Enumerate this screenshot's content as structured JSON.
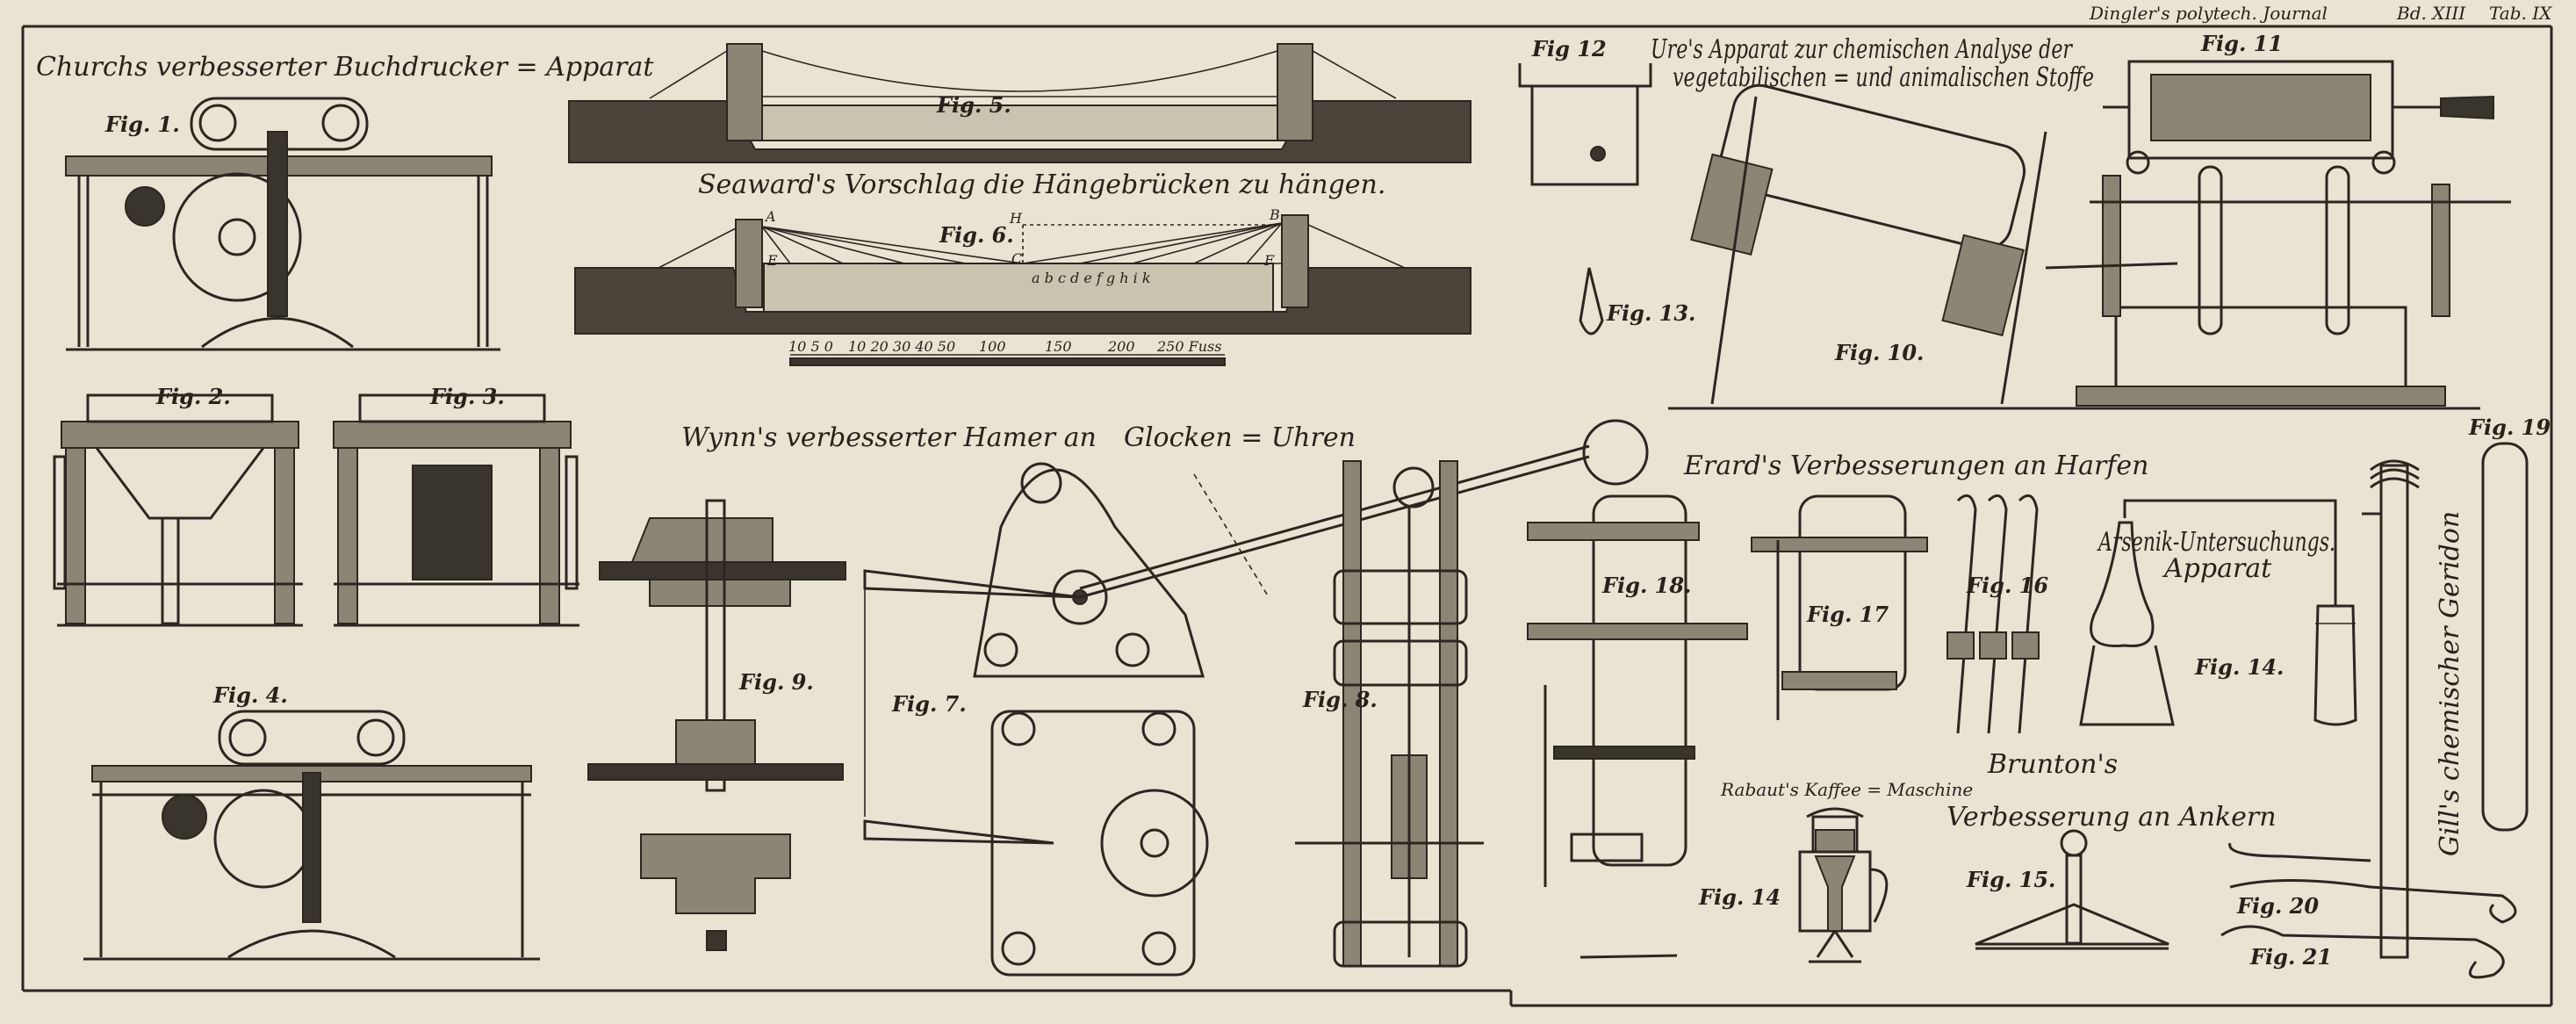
{
  "header": {
    "journal": "Dingler's polytech. Journal",
    "volume": "Bd. XIII",
    "plate": "Tab. IX"
  },
  "titles": {
    "church": "Churchs verbesserter Buchdrucker = Apparat",
    "seaward": "Seaward's Vorschlag die Hängebrücken zu hängen.",
    "wynn_1": "Wynn's verbesserter Hamer an",
    "wynn_2": "Glocken = Uhren",
    "ure_1": "Ure's Apparat zur chemischen Analyse der",
    "ure_2": "vegetabilischen = und animalischen Stoffe",
    "erard": "Erard's Verbesserungen an Harfen",
    "arsenik_1": "Arsenik-Untersuchungs.",
    "arsenik_2": "Apparat",
    "brunton_1": "Brunton's",
    "brunton_2": "Verbesserung an Ankern",
    "rabaut": "Rabaut's Kaffee = Maschine",
    "gill": "Gill's chemischer Geridon"
  },
  "figures": {
    "fig1": "Fig. 1.",
    "fig2": "Fig. 2.",
    "fig3": "Fig. 3.",
    "fig4": "Fig. 4.",
    "fig5": "Fig. 5.",
    "fig6": "Fig. 6.",
    "fig7": "Fig. 7.",
    "fig8": "Fig. 8.",
    "fig9": "Fig. 9.",
    "fig10": "Fig. 10.",
    "fig11": "Fig. 11",
    "fig12": "Fig 12",
    "fig13": "Fig. 13.",
    "fig14a": "Fig. 14.",
    "fig14b": "Fig. 14",
    "fig15": "Fig. 15.",
    "fig16": "Fig. 16",
    "fig17": "Fig. 17",
    "fig18": "Fig. 18.",
    "fig19": "Fig. 19",
    "fig20": "Fig. 20",
    "fig21": "Fig. 21"
  },
  "bridge_labels": {
    "points": "a  b  c  d  e  f  g  h  i  k",
    "A": "A",
    "B": "B",
    "H": "H",
    "C": "C",
    "E": "E",
    "F": "F"
  },
  "scale_bar": {
    "ticks": [
      "10 5 0",
      "10 20 30 40 50",
      "100",
      "150",
      "200",
      "250 Fuss"
    ]
  },
  "colors": {
    "paper": "#e8e3d2",
    "ink": "#2b2720"
  }
}
